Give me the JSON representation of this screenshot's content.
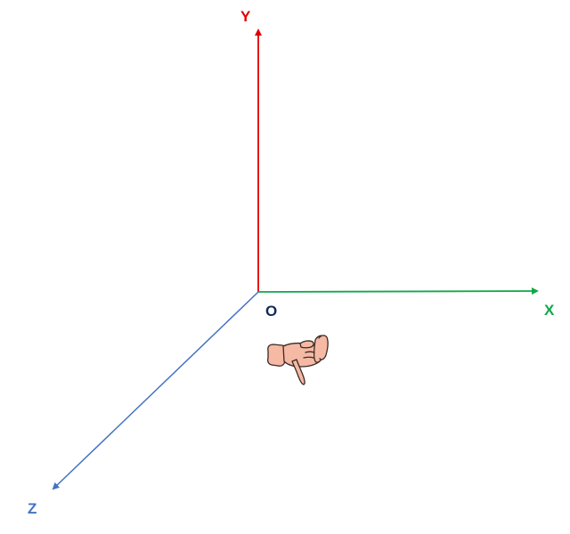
{
  "diagram": {
    "axes": {
      "y": {
        "label": "Y",
        "color": "#e00000"
      },
      "x": {
        "label": "X",
        "color": "#11a84a"
      },
      "z": {
        "label": "Z",
        "color": "#4472c4"
      }
    },
    "origin": {
      "label": "O",
      "color": "#0f2a5c"
    },
    "hand": {
      "icon": "hand-pointing-down-icon",
      "skin_color": "#f5b9a4",
      "outline_color": "#3a2a25"
    }
  }
}
